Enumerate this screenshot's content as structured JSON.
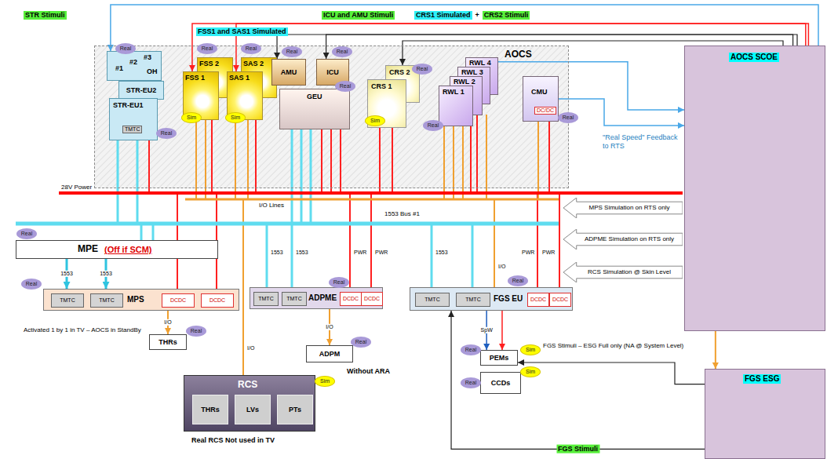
{
  "diagram": {
    "nodes": [
      {
        "text": [
          "AOCS"
        ]
      },
      {
        "text": [
          "#1",
          "#2",
          "#3",
          "OH"
        ],
        "in": 0
      },
      {
        "text": [
          "STR-EU2"
        ],
        "in": 0
      },
      {
        "text": [
          "STR-EU1",
          "TMTC"
        ],
        "in": 0
      },
      {
        "text": [
          "FSS 2"
        ],
        "in": 0
      },
      {
        "text": [
          "FSS 1"
        ],
        "in": 0
      },
      {
        "text": [
          "SAS 2"
        ],
        "in": 0
      },
      {
        "text": [
          "SAS 1"
        ],
        "in": 0
      },
      {
        "text": [
          "AMU"
        ],
        "in": 0
      },
      {
        "text": [
          "ICU"
        ],
        "in": 0
      },
      {
        "text": [
          "GEU"
        ],
        "in": 0
      },
      {
        "text": [
          "CRS 2"
        ],
        "in": 0
      },
      {
        "text": [
          "CRS 1"
        ],
        "in": 0
      },
      {
        "text": [
          "RWL 4"
        ],
        "in": 0
      },
      {
        "text": [
          "RWL 3"
        ],
        "in": 0
      },
      {
        "text": [
          "RWL 2"
        ],
        "in": 0
      },
      {
        "text": [
          "RWL 1"
        ],
        "in": 0
      },
      {
        "text": [
          "CMU",
          "DC/DC"
        ],
        "in": 0
      },
      {
        "text": [
          "AOCS SCOE"
        ]
      },
      {
        "text": [
          "MPS Simulation on RTS only"
        ]
      },
      {
        "text": [
          "ADPME Simulation on RTS only"
        ]
      },
      {
        "text": [
          "RCS Simulation @ Skin Level"
        ]
      },
      {
        "text": [
          "MPE",
          "(Off if SCM)"
        ]
      },
      {
        "text": [
          "MPS"
        ]
      },
      {
        "text": [
          "TMTC"
        ],
        "in": 23
      },
      {
        "text": [
          "TMTC"
        ],
        "in": 23
      },
      {
        "text": [
          "DCDC"
        ],
        "in": 23
      },
      {
        "text": [
          "DCDC"
        ],
        "in": 23
      },
      {
        "text": [
          "THRs"
        ]
      },
      {
        "text": [
          "ADPME"
        ]
      },
      {
        "text": [
          "TMTC"
        ],
        "in": 29
      },
      {
        "text": [
          "TMTC"
        ],
        "in": 29
      },
      {
        "text": [
          "DCDC"
        ],
        "in": 29
      },
      {
        "text": [
          "DCDC"
        ],
        "in": 29
      },
      {
        "text": [
          "ADPM"
        ]
      },
      {
        "text": [
          "FGS EU"
        ]
      },
      {
        "text": [
          "TMTC"
        ],
        "in": 35
      },
      {
        "text": [
          "TMTC"
        ],
        "in": 35
      },
      {
        "text": [
          "DCDC"
        ],
        "in": 35
      },
      {
        "text": [
          "DCDC"
        ],
        "in": 35
      },
      {
        "text": [
          "PEMs"
        ]
      },
      {
        "text": [
          "CCDs"
        ]
      },
      {
        "text": [
          "RCS"
        ]
      },
      {
        "text": [
          "THRs"
        ],
        "in": 42
      },
      {
        "text": [
          "LVs"
        ],
        "in": 42
      },
      {
        "text": [
          "PTs"
        ],
        "in": 42
      },
      {
        "text": [
          "FGS ESG"
        ]
      },
      {
        "text": [
          "Real"
        ]
      },
      {
        "text": [
          "Real"
        ]
      },
      {
        "text": [
          "Sim"
        ]
      },
      {
        "text": [
          "Real"
        ]
      },
      {
        "text": [
          "Sim"
        ]
      },
      {
        "text": [
          "Real"
        ]
      },
      {
        "text": [
          "Real"
        ]
      },
      {
        "text": [
          "Real"
        ]
      },
      {
        "text": [
          "Real"
        ]
      },
      {
        "text": [
          "Sim"
        ]
      },
      {
        "text": [
          "Real"
        ]
      },
      {
        "text": [
          "Real"
        ]
      },
      {
        "text": [
          "Real"
        ]
      },
      {
        "text": [
          "Real"
        ]
      },
      {
        "text": [
          "Real"
        ]
      },
      {
        "text": [
          "Real"
        ]
      },
      {
        "text": [
          "Real"
        ]
      },
      {
        "text": [
          "Real"
        ]
      },
      {
        "text": [
          "Real"
        ]
      },
      {
        "text": [
          "Real"
        ]
      },
      {
        "text": [
          "Sim"
        ]
      },
      {
        "text": [
          "Sim"
        ]
      },
      {
        "text": [
          "Real"
        ]
      },
      {
        "text": [
          "Sim"
        ]
      }
    ],
    "edges": [
      {
        "from": 18,
        "to": 1,
        "arrow": "to"
      },
      {
        "from": 18,
        "to": 5,
        "arrow": "to"
      },
      {
        "from": 18,
        "to": 7,
        "arrow": "to"
      },
      {
        "from": 18,
        "to": 8,
        "arrow": "to"
      },
      {
        "from": 18,
        "to": 9,
        "arrow": "to"
      },
      {
        "from": 18,
        "to": 11,
        "arrow": "to"
      },
      {
        "from": 13,
        "to": 18,
        "arrow": "to"
      },
      {
        "from": 17,
        "to": 18,
        "arrow": "to"
      },
      {
        "from": 18,
        "to": 46,
        "arrow": "to"
      },
      {
        "from": 46,
        "to": 35,
        "label": "FGS Stimuli",
        "arrow": "to"
      },
      {
        "from": 46,
        "to": 40,
        "arrow": "to"
      },
      {
        "from": 35,
        "to": 40,
        "label": "SpW",
        "arrow": "to"
      },
      {
        "from": 35,
        "to": 40,
        "arrow": "to"
      },
      {
        "from": 22,
        "to": 23,
        "label": "1553",
        "arrow": "to"
      },
      {
        "from": 22,
        "to": 23,
        "label": "1553",
        "arrow": "to"
      },
      {
        "from": 23,
        "to": 28,
        "label": "I/O",
        "arrow": "to"
      },
      {
        "from": 29,
        "to": 34,
        "label": "I/O",
        "arrow": "to"
      }
    ],
    "labels": [
      "STR Stimuli",
      "FSS1 and SAS1 Simulated",
      "ICU and AMU Stimuli",
      "CRS1 Simulated",
      "+",
      "CRS2 Stimuli",
      "28V Power",
      "I/O Lines",
      "1553 Bus #1",
      "\"Real Speed\" Feedback to RTS",
      "1553",
      "1553",
      "PWR",
      "PWR",
      "1553",
      "I/O",
      "PWR",
      "PWR",
      "I/O",
      "Activated 1 by 1 in TV – AOCS in StandBy",
      "Without ARA",
      "Real RCS Not used in TV",
      "FGS Stimuli – ESG Full only (NA @ System Level)"
    ]
  }
}
